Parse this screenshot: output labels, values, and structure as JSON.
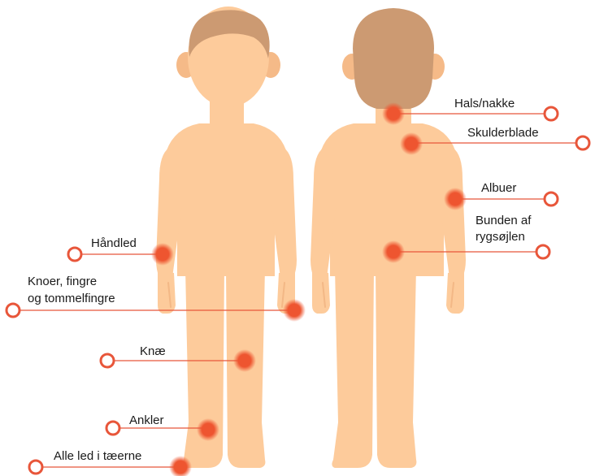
{
  "colors": {
    "skin": "#FDCB9B",
    "skin_shade": "#F3B886",
    "ear": "#F5BA88",
    "hair": "#CC9A72",
    "marker": "#EE5530",
    "leader_line": "#E8563A",
    "text": "#1A1A1A"
  },
  "front_figure": {
    "labels": {
      "wrist": "Håndled",
      "knuckles_line1": "Knoer, fingre",
      "knuckles_line2": "og tommelfingre",
      "knee": "Knæ",
      "ankle": "Ankler",
      "toes": "Alle led i tæerne"
    }
  },
  "back_figure": {
    "labels": {
      "neck": "Hals/nakke",
      "shoulder_blade": "Skulderblade",
      "elbow": "Albuer",
      "lower_back_line1": "Bunden af",
      "lower_back_line2": "rygsøjlen"
    }
  }
}
